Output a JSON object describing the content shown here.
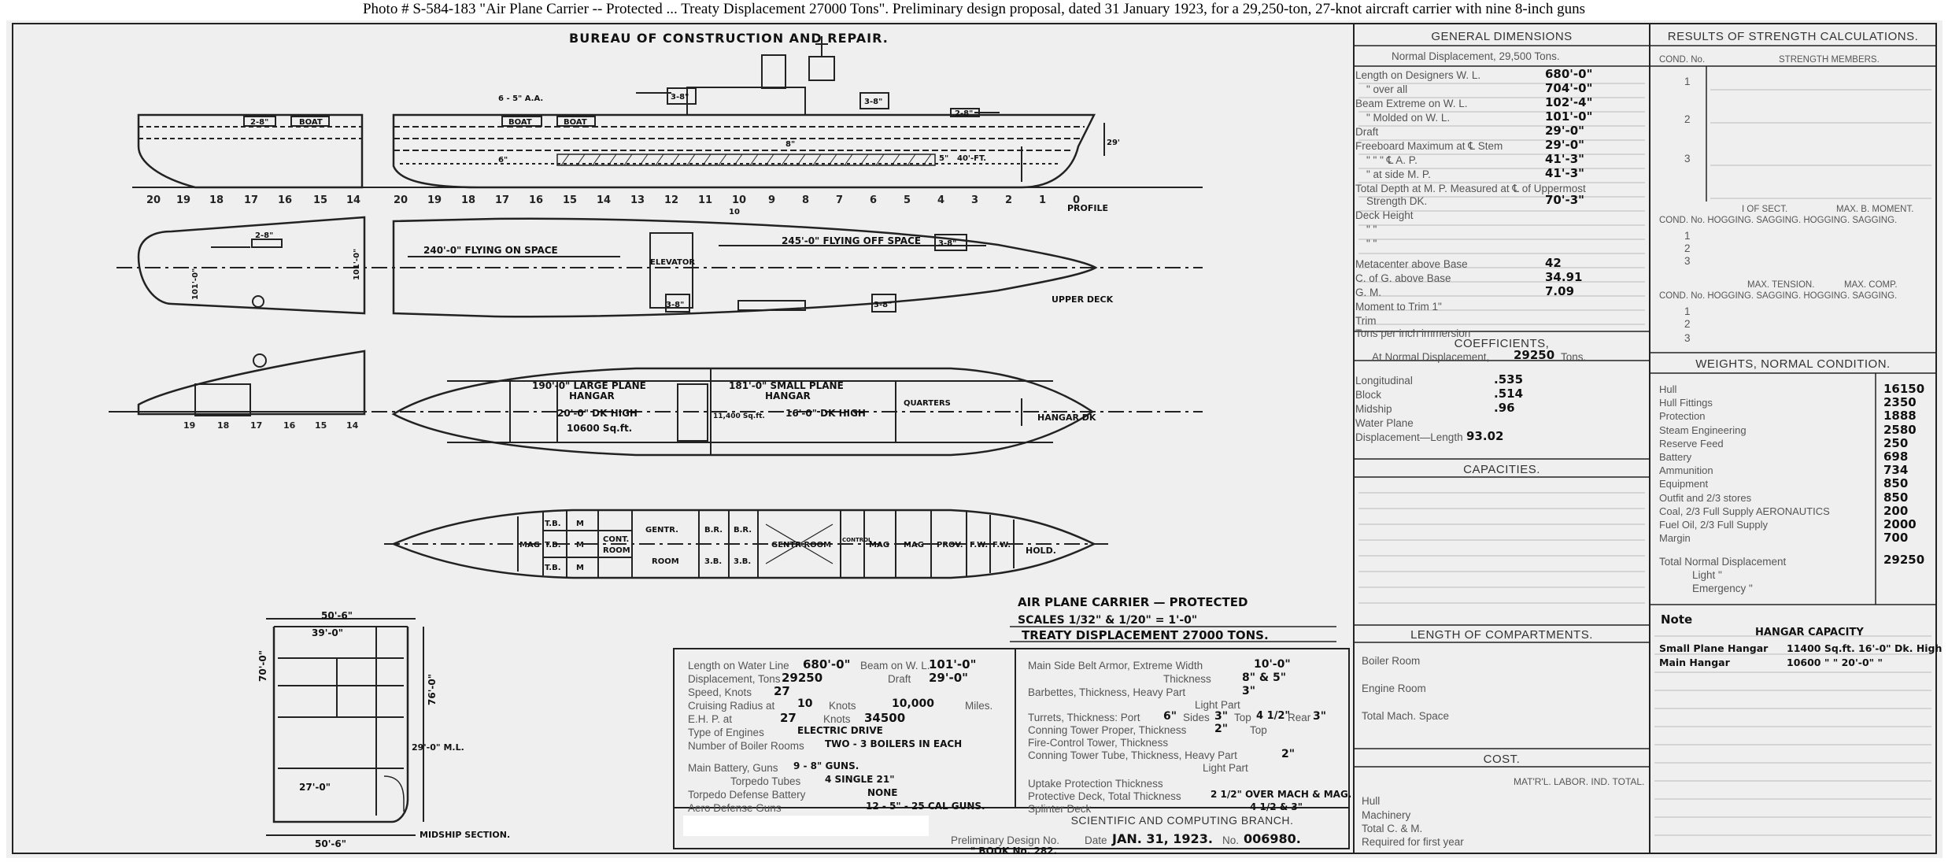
{
  "caption": "Photo #  S-584-183     \"Air Plane Carrier -- Protected ... Treaty Displacement 27000 Tons\".   Preliminary design proposal, dated 31 January 1923, for a 29,250-ton, 27-knot aircraft carrier with nine 8-inch guns",
  "drawing": {
    "bureau": "BUREAU OF CONSTRUCTION AND REPAIR.",
    "views": {
      "profile": "PROFILE",
      "upper_deck": "UPPER DECK",
      "hangar_deck": "HANGAR DK",
      "hold": "HOLD.",
      "midship": "MIDSHIP SECTION."
    },
    "profile_labels": {
      "g5aa": "6 - 5\" A.A.",
      "boat1": "BOAT",
      "boat2": "BOAT",
      "boat3": "BOAT",
      "s28a": "2-8\"",
      "s38a": "3-8\"",
      "s38b": "3-8\"",
      "s28b": "2-8\"",
      "armor_8": "8\"",
      "armor_6": "6\"",
      "armor_5": "5\"",
      "draft": "29'",
      "depth": "40'-FT.",
      "ten": "10"
    },
    "stations_aft": [
      "20",
      "19",
      "18",
      "17",
      "16",
      "15",
      "14"
    ],
    "stations_main": [
      "20",
      "19",
      "18",
      "17",
      "16",
      "15",
      "14",
      "13",
      "12",
      "11",
      "10",
      "9",
      "8",
      "7",
      "6",
      "5",
      "4",
      "3",
      "2",
      "1",
      "0"
    ],
    "upper_deck_labels": {
      "flying_on": "240'-0\" FLYING ON SPACE",
      "flying_off": "245'-0\" FLYING OFF SPACE",
      "elevator": "ELEVATOR",
      "s38a": "3-8\"",
      "s38b": "3-8\"",
      "s28": "2-8\"",
      "s38c": "3-8\"",
      "beam1": "101'-0\"",
      "beam2": "101'-0\""
    },
    "hangar_labels": {
      "large_1": "190'-0\" LARGE PLANE",
      "large_2": "HANGAR",
      "large_3": "20'-0\" DK HIGH",
      "large_4": "10600 Sq.ft.",
      "small_1": "181'-0\" SMALL PLANE",
      "small_2": "HANGAR",
      "small_3": "16'-0\" DK HIGH",
      "small_4": "11,400 Sq.ft.",
      "quarters": "QUARTERS"
    },
    "hold_cells": [
      "MAG",
      "T.B.",
      "M",
      "T.B.",
      "M",
      "T.B.",
      "M",
      "CONT.",
      "ROOM",
      "GENTR.",
      "ROOM",
      "B.R.",
      "B.R.",
      "3.B.",
      "3.B.",
      "GENTR ROOM",
      "CONTROL",
      "MAG",
      "MAG",
      "PROV.",
      "F.W.",
      "F.W."
    ],
    "title_block": {
      "line1": "AIR PLANE CARRIER — PROTECTED",
      "line2": "SCALES 1/32\" & 1/20\" = 1'-0\"",
      "line3": "TREATY DISPLACEMENT 27000 TONS."
    },
    "midship_labels": {
      "w1": "50'-6\"",
      "w2": "39'-0\"",
      "h1": "70'-0\"",
      "h2": "76'-0\"",
      "h3": "29'-0\" M.L.",
      "w3": "27'-0\"",
      "w4": "50'-6\""
    }
  },
  "spec_block": {
    "rows_left": [
      {
        "label": "Length on Water Line",
        "value": "680'-0\""
      },
      {
        "label": "Beam on W. L.",
        "value": "101'-0\""
      },
      {
        "label": "Displacement, Tons",
        "value": "29250"
      },
      {
        "label": "Draft",
        "value": "29'-0\""
      },
      {
        "label": "Speed, Knots",
        "value": "27"
      },
      {
        "label": "Cruising Radius at",
        "value": "10"
      },
      {
        "label": "Knots",
        "value": "10,000"
      },
      {
        "label": "Miles.",
        "value": ""
      },
      {
        "label": "E.H. P. at",
        "value": "27"
      },
      {
        "label": "Knots",
        "value": "34500"
      },
      {
        "label": "Type of Engines",
        "value": "ELECTRIC DRIVE"
      },
      {
        "label": "Number of Boiler Rooms",
        "value": "TWO - 3 BOILERS IN EACH"
      },
      {
        "label": "Main Battery, Guns",
        "value": "9 - 8\" GUNS."
      },
      {
        "label": "Torpedo Tubes",
        "value": "4 SINGLE 21\""
      },
      {
        "label": "Torpedo Defense Battery",
        "value": "NONE"
      },
      {
        "label": "Aero Defense Guns",
        "value": "12 - 5\" - 25 CAL GUNS."
      }
    ],
    "rows_right": [
      {
        "label": "Main Side Belt Armor, Extreme Width",
        "value": "10'-0\""
      },
      {
        "label": "Thickness",
        "value": "8\" & 5\""
      },
      {
        "label": "Barbettes, Thickness, Heavy Part",
        "value": "3\""
      },
      {
        "label": "Light Part",
        "value": ""
      },
      {
        "label": "Turrets, Thickness: Port",
        "value": "6\""
      },
      {
        "label": "Sides",
        "value": "3\""
      },
      {
        "label": "Top",
        "value": "4 1/2\""
      },
      {
        "label": "Rear",
        "value": "3\""
      },
      {
        "label": "Conning Tower Proper, Thickness",
        "value": "2\""
      },
      {
        "label": "Top",
        "value": ""
      },
      {
        "label": "Fire-Control Tower, Thickness",
        "value": ""
      },
      {
        "label": "Conning Tower Tube, Thickness, Heavy Part",
        "value": "2\""
      },
      {
        "label": "Light Part",
        "value": ""
      },
      {
        "label": "Uptake Protection Thickness",
        "value": ""
      },
      {
        "label": "Protective Deck, Total Thickness",
        "value": "2 1/2\" OVER MACH & MAG."
      },
      {
        "label": "Splinter Deck",
        "value": "4 1/2 & 3\""
      }
    ],
    "branch": "SCIENTIFIC AND COMPUTING BRANCH.",
    "prelim": "Preliminary Design No.",
    "date_label": "Date",
    "date_value": "JAN. 31, 1923.",
    "no_label": "No.",
    "no_value": "006980.",
    "book": "\"    BOOK No. 282."
  },
  "general": {
    "title": "GENERAL DIMENSIONS",
    "subtitle": "Normal Displacement, 29,500 Tons.",
    "rows": [
      {
        "label": "Length on Designers W. L.",
        "value": "680'-0\""
      },
      {
        "label": "\"    over all",
        "value": "704'-0\""
      },
      {
        "label": "Beam Extreme on W. L.",
        "value": "102'-4\""
      },
      {
        "label": "\"    Molded on W. L.",
        "value": "101'-0\""
      },
      {
        "label": "Draft",
        "value": "29'-0\""
      },
      {
        "label": "Freeboard Maximum at ℄ Stem",
        "value": "29'-0\""
      },
      {
        "label": "\"    \"    \"  ℄ A. P.",
        "value": "41'-3\""
      },
      {
        "label": "\"    at side    M. P.",
        "value": "41'-3\""
      },
      {
        "label": "Total Depth at M. P. Measured at ℄ of Uppermost",
        "value": ""
      },
      {
        "label": "Strength DK.",
        "value": "70'-3\""
      },
      {
        "label": "Deck Height",
        "value": ""
      },
      {
        "label": "\"    \"",
        "value": ""
      },
      {
        "label": "\"    \"",
        "value": ""
      },
      {
        "label": "Metacenter above Base",
        "value": "42"
      },
      {
        "label": "C. of G. above Base",
        "value": "34.91"
      },
      {
        "label": "G. M.",
        "value": "7.09"
      },
      {
        "label": "Moment to Trim 1\"",
        "value": ""
      },
      {
        "label": "Trim",
        "value": ""
      },
      {
        "label": "Tons per inch immersion",
        "value": ""
      }
    ]
  },
  "coefficients": {
    "title": "COEFFICIENTS,",
    "subtitle_a": "At Normal Displacement,",
    "subtitle_v": "29250",
    "subtitle_b": "Tons.",
    "rows": [
      {
        "label": "Longitudinal",
        "value": ".535"
      },
      {
        "label": "Block",
        "value": ".514"
      },
      {
        "label": "Midship",
        "value": ".96"
      },
      {
        "label": "Water Plane",
        "value": ""
      },
      {
        "label": "Displacement—Length",
        "value": "93.02"
      }
    ]
  },
  "capacities": {
    "title": "CAPACITIES."
  },
  "compartments": {
    "title": "LENGTH OF COMPARTMENTS.",
    "rows": [
      "Boiler Room",
      "Engine Room",
      "Total Mach. Space"
    ]
  },
  "cost": {
    "title": "COST.",
    "cols": "MAT'R'L.  LABOR.  IND.  TOTAL.",
    "rows": [
      "Hull",
      "Machinery",
      "Total C. & M.",
      "Required for first year"
    ]
  },
  "strength": {
    "title": "RESULTS OF STRENGTH CALCULATIONS.",
    "cond_no": "COND. No.",
    "members": "STRENGTH MEMBERS.",
    "nums": [
      "1",
      "2",
      "3"
    ],
    "i_of_sect": "I OF SECT.",
    "max_moment": "MAX. B. MOMENT.",
    "hog_sag": "COND. No.  HOGGING.  SAGGING.  HOGGING.  SAGGING.",
    "max_tension": "MAX. TENSION.",
    "max_comp": "MAX. COMP."
  },
  "weights": {
    "title": "WEIGHTS, NORMAL CONDITION.",
    "rows": [
      {
        "label": "Hull",
        "value": "16150"
      },
      {
        "label": "Hull Fittings",
        "value": "2350"
      },
      {
        "label": "Protection",
        "value": "1888"
      },
      {
        "label": "Steam Engineering",
        "value": "2580"
      },
      {
        "label": "Reserve Feed",
        "value": "250"
      },
      {
        "label": "Battery",
        "value": "698"
      },
      {
        "label": "Ammunition",
        "value": "734"
      },
      {
        "label": "Equipment",
        "value": "850"
      },
      {
        "label": "Outfit and 2/3 stores",
        "value": "850"
      },
      {
        "label": "Coal, 2/3 Full Supply  AERONAUTICS",
        "value": "200"
      },
      {
        "label": "Fuel Oil, 2/3 Full Supply",
        "value": "2000"
      },
      {
        "label": "Margin",
        "value": "700"
      }
    ],
    "total_label": "Total Normal Displacement",
    "total_value": "29250",
    "light": "Light    \"",
    "emergency": "Emergency    \""
  },
  "note": {
    "title": "Note",
    "sub": "HANGAR CAPACITY",
    "line1_name": "Small Plane Hangar",
    "line1_val": "11400  Sq.ft.  16'-0\" Dk. High",
    "line2_name": "Main Hangar",
    "line2_val": "10600  \"   \"   20'-0\"  \""
  }
}
